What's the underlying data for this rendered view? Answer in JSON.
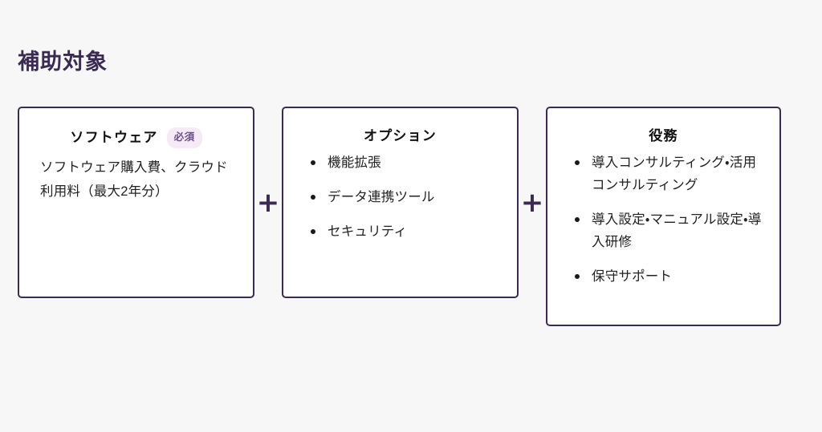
{
  "page": {
    "title": "補助対象",
    "background_color": "#f7f7f7",
    "title_color": "#3b2b52",
    "border_color": "#3b2b52",
    "badge_bg_color": "#f6eaf6",
    "badge_text_color": "#6b4f86"
  },
  "connectors": [
    {
      "symbol": "+",
      "name": "plus-connector-1"
    },
    {
      "symbol": "+",
      "name": "plus-connector-2"
    }
  ],
  "cards": [
    {
      "title": "ソフトウェア",
      "badge": "必須",
      "body": "ソフトウェア購入費、クラウド利用料（最大2年分）",
      "items": []
    },
    {
      "title": "オプション",
      "badge": null,
      "body": null,
      "items": [
        "機能拡張",
        "データ連携ツール",
        "セキュリティ"
      ]
    },
    {
      "title": "役務",
      "badge": null,
      "body": null,
      "items": [
        "導入コンサルティング・活用コンサルティング",
        "導入設定・マニュアル設定・導入研修",
        "保守サポート"
      ]
    }
  ]
}
